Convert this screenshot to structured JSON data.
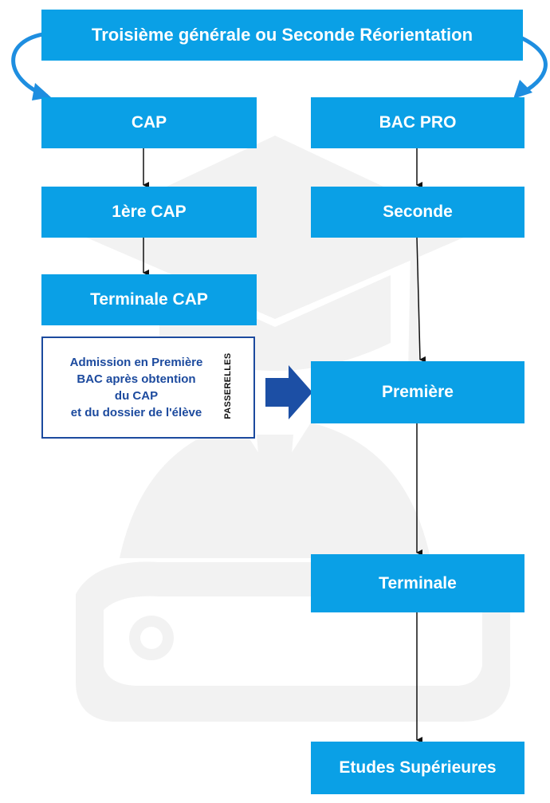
{
  "diagram": {
    "top_box": "Troisième générale ou Seconde Réorientation",
    "cap_column": {
      "cap": "CAP",
      "premiere_cap": "1ère CAP",
      "terminale_cap": "Terminale CAP"
    },
    "bac_column": {
      "bac_pro": "BAC PRO",
      "seconde": "Seconde",
      "premiere": "Première",
      "terminale": "Terminale",
      "etudes": "Etudes Supérieures"
    },
    "passerelle": {
      "text": "Admission en Première\nBAC après obtention\ndu CAP\net du dossier de l'élève",
      "vertical_label": "PASSERELLES"
    }
  },
  "colors": {
    "box_fill": "#0aa0e6",
    "box_text": "#ffffff",
    "passerelle_border": "#1c4a9e",
    "passerelle_text": "#1c4a9e",
    "big_arrow": "#1c4fa5",
    "connector": "#111111",
    "watermark": "#f1f1f1"
  },
  "icons": {
    "big_arrow": "arrow-right-icon",
    "watermark": "graduation-cap-diploma-watermark"
  }
}
